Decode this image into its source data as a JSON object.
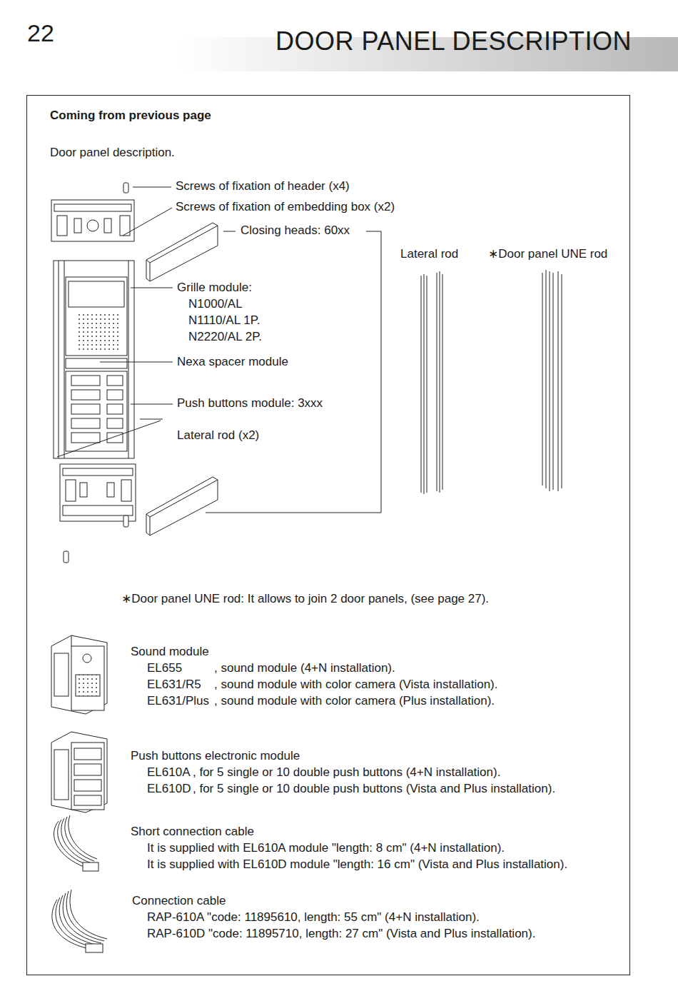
{
  "diagram": {
    "title": "DOOR PANEL DESCRIPTION",
    "nodes": [
      {
        "text": [
          "Coming from previous page",
          "Door panel description."
        ]
      }
    ],
    "labels": [
      "22",
      "Screws of fixation of header (x4)",
      "Screws of fixation of embedding box (x2)",
      "Closing heads: 60xx",
      "Lateral rod",
      "∗Door panel UNE rod",
      "Grille module:",
      "N1000/AL",
      "N1110/AL 1P.",
      "N2220/AL 2P.",
      "Nexa spacer module",
      "Push buttons module: 3xxx",
      "Lateral rod (x2)",
      "∗Door panel UNE rod: It allows to join 2 door panels, (see page 27).",
      "Sound module",
      "EL655",
      ", sound module (4+N installation).",
      "EL631/R5",
      ", sound module with color camera (Vista installation).",
      "EL631/Plus",
      ", sound module with color camera (Plus installation).",
      "Push buttons electronic module",
      "EL610A",
      ", for 5 single or 10 double push buttons (4+N installation).",
      "EL610D",
      ", for 5 single or 10 double push buttons (Vista and Plus installation).",
      "Short connection cable",
      "It is supplied with EL610A module \"length: 8 cm\" (4+N installation).",
      "It is supplied with EL610D module \"length: 16 cm\" (Vista and Plus installation).",
      "Connection cable",
      "RAP-610A \"code: 11895610, length: 55 cm\" (4+N installation).",
      "RAP-610D \"code: 11895710, length: 27 cm\" (Vista and Plus installation)."
    ]
  }
}
